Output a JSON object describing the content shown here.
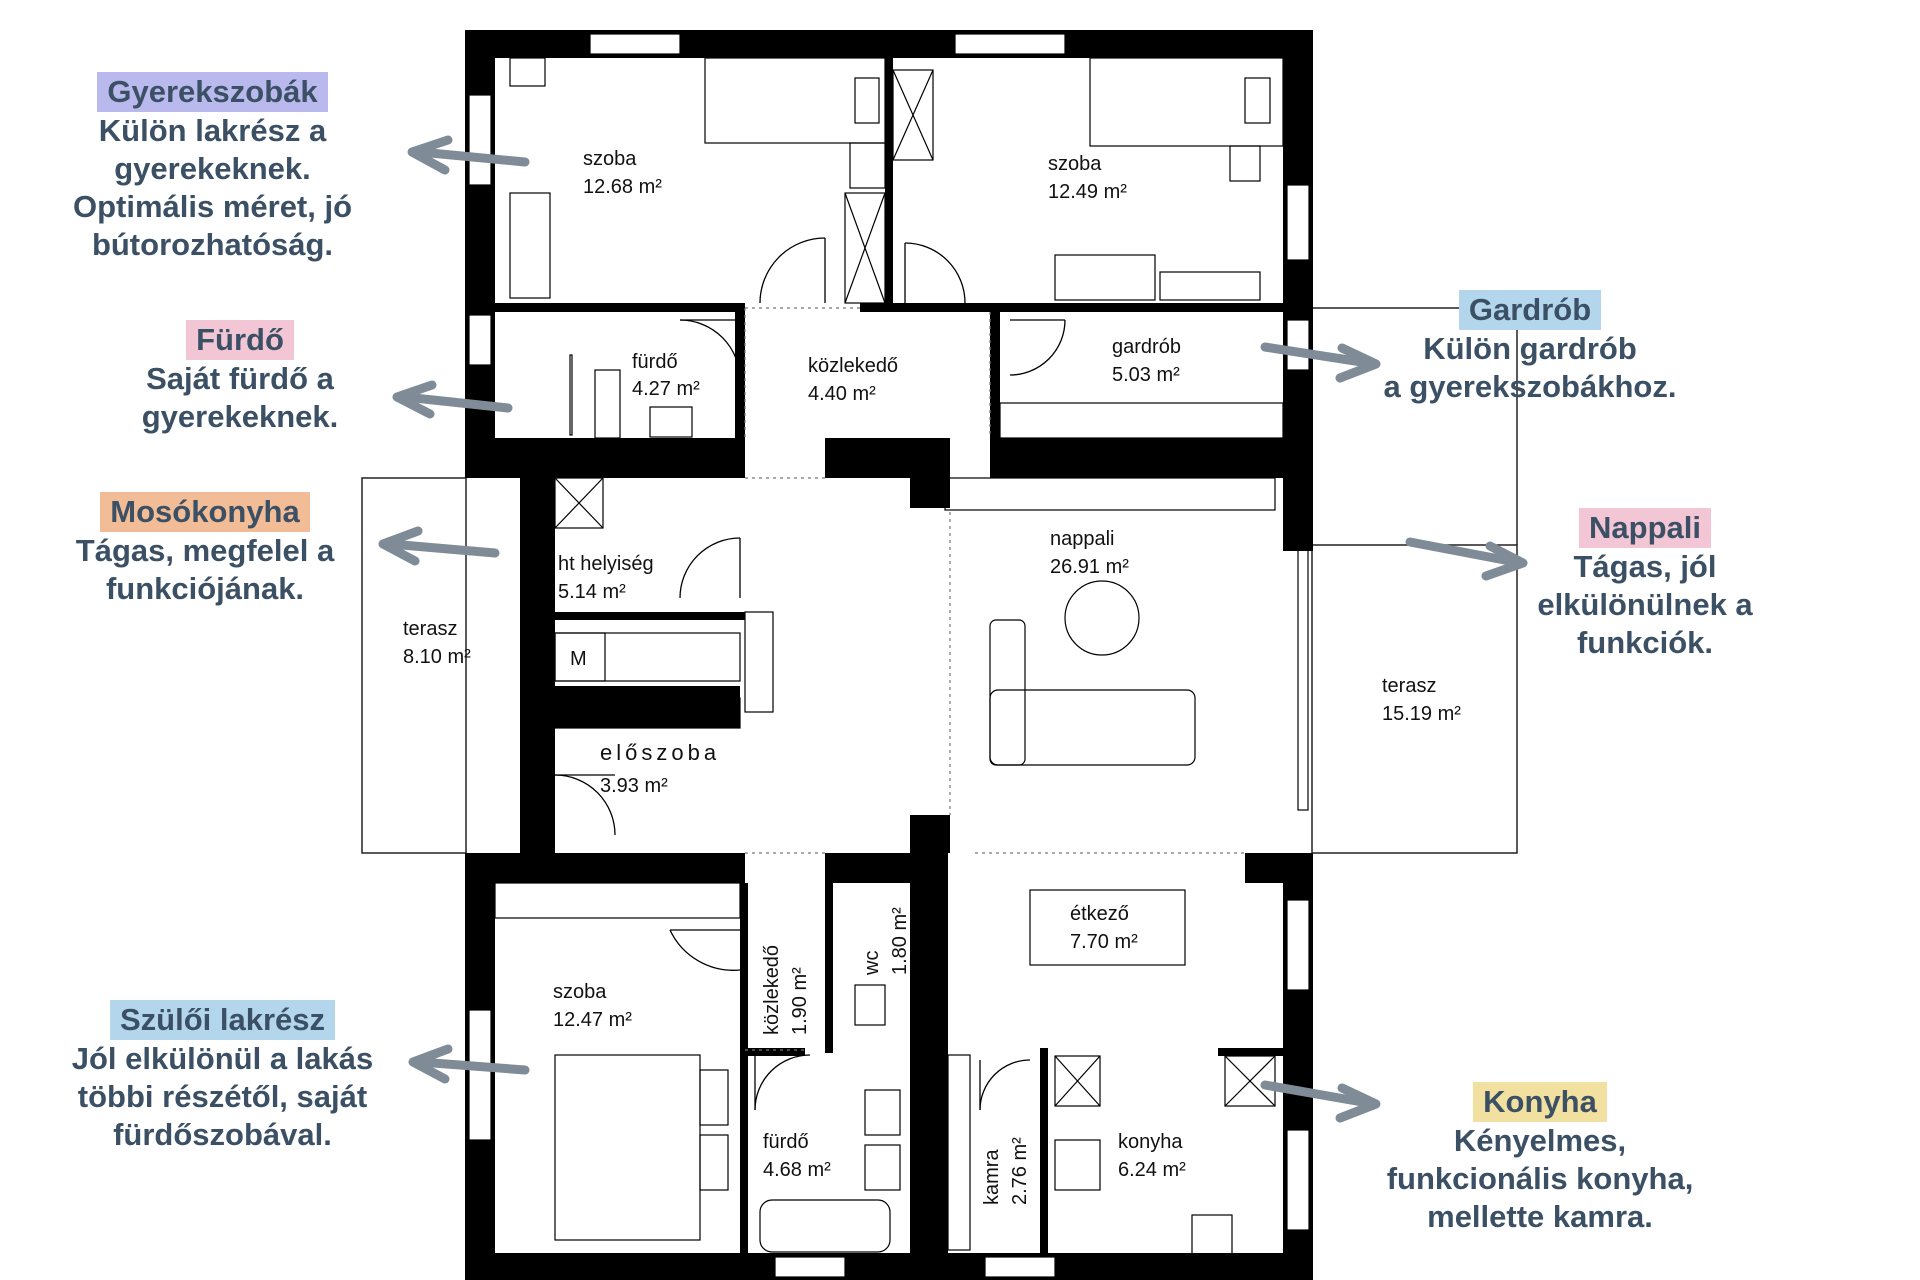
{
  "colors": {
    "text": "#3b5064",
    "arrow": "#7f8b96",
    "wall": "#000000",
    "tag_blue": "#b9b9ee",
    "tag_pink": "#f2c6d4",
    "tag_orange": "#f2bc96",
    "tag_sky": "#b3d6ec",
    "tag_yellow": "#f2e0a0"
  },
  "rooms": [
    {
      "name": "szoba",
      "area": "12.68 m²"
    },
    {
      "name": "szoba",
      "area": "12.49 m²"
    },
    {
      "name": "fürdő",
      "area": "4.27 m²"
    },
    {
      "name": "közlekedő",
      "area": "4.40 m²"
    },
    {
      "name": "gardrób",
      "area": "5.03 m²"
    },
    {
      "name": "ht helyiség",
      "area": "5.14 m²"
    },
    {
      "name": "terasz",
      "area": "8.10 m²"
    },
    {
      "name": "nappali",
      "area": "26.91 m²"
    },
    {
      "name": "terasz",
      "area": "15.19 m²"
    },
    {
      "name": "előszoba",
      "area": "3.93 m²"
    },
    {
      "name": "étkező",
      "area": "7.70 m²"
    },
    {
      "name": "szoba",
      "area": "12.47 m²"
    },
    {
      "name": "közlekedő",
      "area": "1.90 m²"
    },
    {
      "name": "wc",
      "area": "1.80 m²"
    },
    {
      "name": "fürdő",
      "area": "4.68 m²"
    },
    {
      "name": "kamra",
      "area": "2.76 m²"
    },
    {
      "name": "konyha",
      "area": "6.24 m²"
    }
  ],
  "machine_label": "M",
  "annotations": [
    {
      "tag": "Gyerekszobák",
      "desc": "Külön lakrész a\ngyerekeknek.\nOptimális méret, jó\nbútorozhatóság.",
      "color": "#b9b9ee"
    },
    {
      "tag": "Fürdő",
      "desc": "Saját fürdő a\ngyerekeknek.",
      "color": "#f2c6d4"
    },
    {
      "tag": "Mosókonyha",
      "desc": "Tágas, megfelel a\nfunkciójának.",
      "color": "#f2bc96"
    },
    {
      "tag": "Szülői lakrész",
      "desc": "Jól elkülönül a lakás\ntöbbi részétől, saját\nfürdőszobával.",
      "color": "#b3d6ec"
    },
    {
      "tag": "Gardrób",
      "desc": "Külön gardrób\na gyerekszobákhoz.",
      "color": "#b3d6ec"
    },
    {
      "tag": "Nappali",
      "desc": "Tágas, jól\nelkülönülnek a\nfunkciók.",
      "color": "#f2c6d4"
    },
    {
      "tag": "Konyha",
      "desc": "Kényelmes,\nfunkcionális konyha,\nmellette kamra.",
      "color": "#f2e0a0"
    }
  ]
}
